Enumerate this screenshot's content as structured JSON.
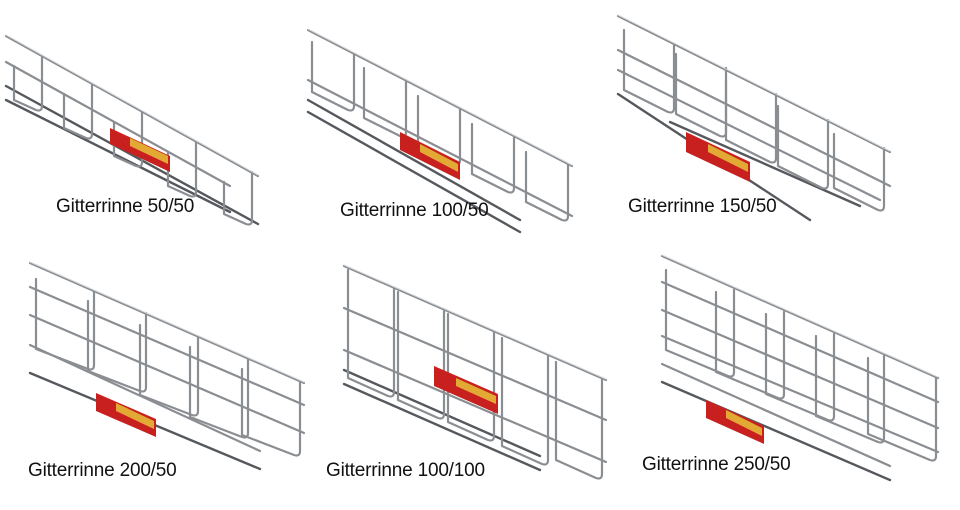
{
  "items": [
    {
      "caption": "Gitterrinne 50/50"
    },
    {
      "caption": "Gitterrinne 100/50"
    },
    {
      "caption": "Gitterrinne 150/50"
    },
    {
      "caption": "Gitterrinne 200/50"
    },
    {
      "caption": "Gitterrinne 100/100"
    },
    {
      "caption": "Gitterrinne 250/50"
    }
  ],
  "colors": {
    "wire": "#8a8d91",
    "wire_dark": "#55595e",
    "label_red": "#c8201e",
    "label_yellow": "#e6c23a"
  }
}
